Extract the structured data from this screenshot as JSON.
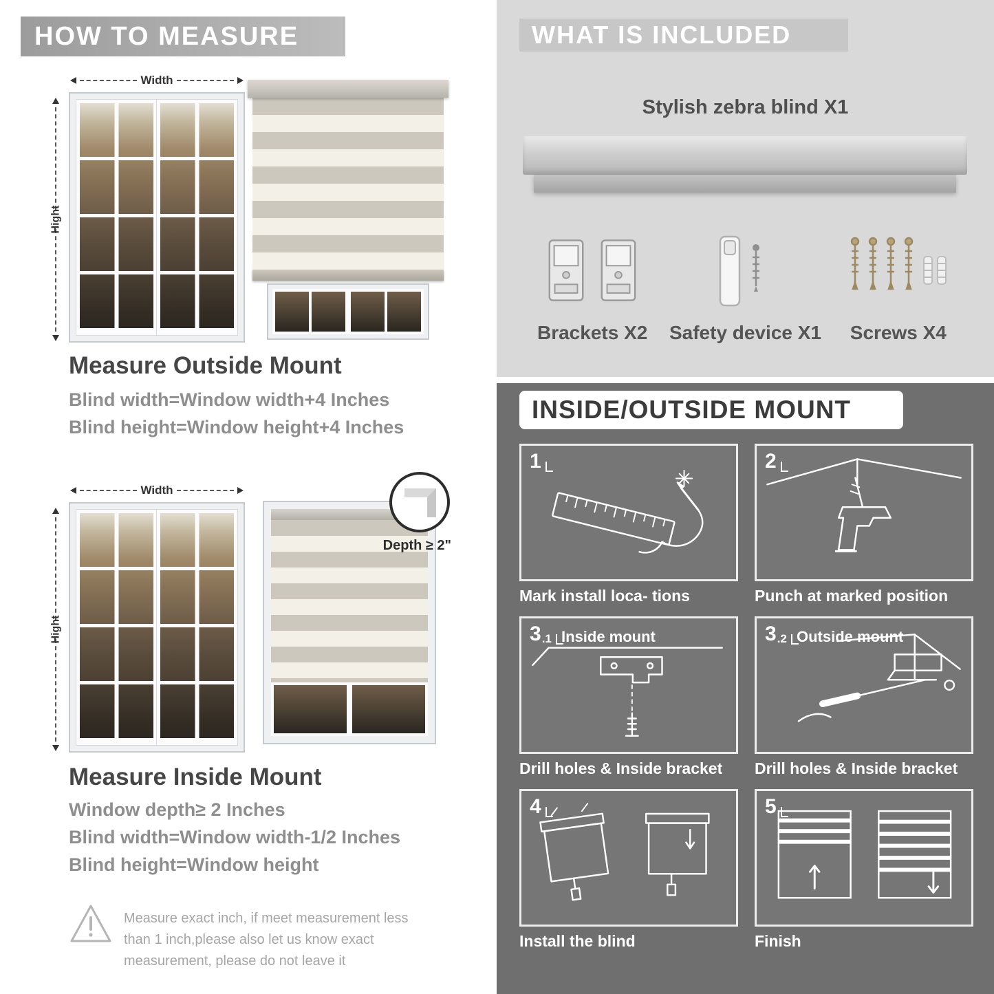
{
  "colors": {
    "section_gray": "#d9d9d9",
    "mount_gray": "#6f6f6f",
    "header_bar": "#ababab",
    "accent_text": "#464646",
    "muted_text": "#8e8e8e"
  },
  "icons": {
    "warning-icon": "!",
    "width-arrow": "◄►",
    "height-arrow": "▲▼"
  },
  "left": {
    "header": "HOW TO MEASURE",
    "outside": {
      "width_label": "Width",
      "height_label": "Hight",
      "title": "Measure Outside Mount",
      "line1": "Blind width=Window width+4 Inches",
      "line2": "Blind height=Window height+4 Inches"
    },
    "inside": {
      "width_label": "Width",
      "height_label": "Hight",
      "depth_label": "Depth ≥ 2\"",
      "title": "Measure Inside Mount",
      "line1": "Window depth≥ 2 Inches",
      "line2": "Blind width=Window width-1/2 Inches",
      "line3": "Blind height=Window height"
    },
    "note": "Measure exact inch, if meet measurement less than 1 inch,please also let us know exact measurement, please do not leave it"
  },
  "included": {
    "header": "WHAT IS INCLUDED",
    "blind_label": "Stylish zebra blind X1",
    "items": [
      {
        "label": "Brackets X2"
      },
      {
        "label": "Safety device X1"
      },
      {
        "label": "Screws X4"
      }
    ]
  },
  "mount": {
    "header": "INSIDE/OUTSIDE MOUNT",
    "steps": [
      {
        "num": "1",
        "caption": "Mark install loca- tions"
      },
      {
        "num": "2",
        "caption": "Punch at  marked position"
      },
      {
        "num": "3",
        "sub": ".1",
        "label": "Inside mount",
        "caption": "Drill holes &  Inside bracket"
      },
      {
        "num": "3",
        "sub": ".2",
        "label": "Outside mount",
        "caption": "Drill holes &  Inside bracket"
      },
      {
        "num": "4",
        "caption": "Install the blind"
      },
      {
        "num": "5",
        "caption": "Finish"
      }
    ]
  }
}
